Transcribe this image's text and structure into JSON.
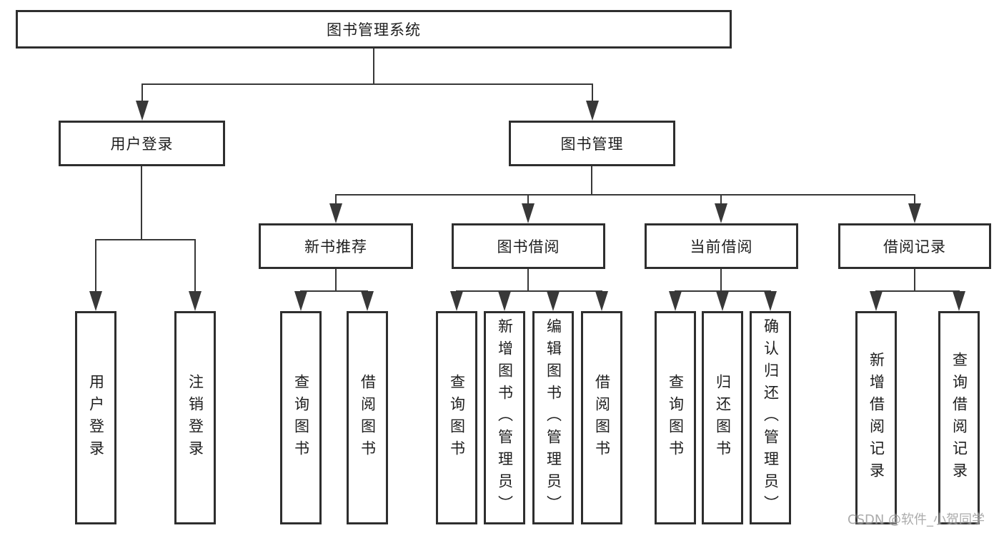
{
  "diagram": {
    "title": "图书管理系统",
    "level2": {
      "user_login": "用户登录",
      "book_management": "图书管理"
    },
    "level3": {
      "new_book_recommend": "新书推荐",
      "book_borrow": "图书借阅",
      "current_borrow": "当前借阅",
      "borrow_records": "借阅记录"
    },
    "leaves": {
      "user_login_children": {
        "login": "用户登录",
        "logout": "注销登录"
      },
      "new_book_children": {
        "query_book": "查询图书",
        "borrow_book": "借阅图书"
      },
      "book_borrow_children": {
        "query_book": "查询图书",
        "add_book": "新增图书（管理员）",
        "edit_book": "编辑图书（管理员）",
        "borrow_book": "借阅图书"
      },
      "current_borrow_children": {
        "query_book": "查询图书",
        "return_book": "归还图书",
        "confirm_return": "确认归还（管理员）"
      },
      "borrow_records_children": {
        "add_record": "新增借阅记录",
        "query_record": "查询借阅记录"
      }
    }
  },
  "watermark": "CSDN @软件_小贺同学",
  "colors": {
    "background": "#ffffff",
    "border": "#2e2e2e",
    "line": "#383838",
    "text": "#1e1e1e",
    "watermark": "#969696"
  }
}
